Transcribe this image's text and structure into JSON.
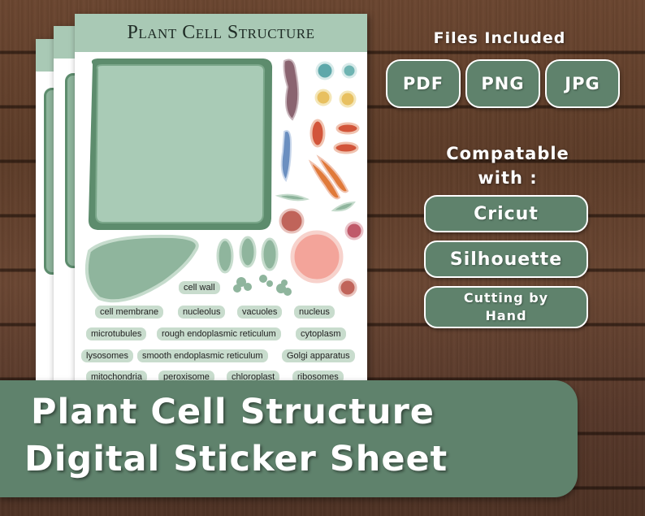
{
  "sheet": {
    "title": "Plant Cell Structure",
    "labels": [
      "cell wall",
      "cell membrane",
      "nucleolus",
      "vacuoles",
      "nucleus",
      "microtubules",
      "rough endoplasmic reticulum",
      "cytoplasm",
      "lysosomes",
      "smooth endoplasmic reticulum",
      "Golgi apparatus",
      "mitochondria",
      "peroxisome",
      "chloroplast",
      "ribosomes"
    ]
  },
  "files": {
    "heading": "Files Included",
    "formats": [
      "PDF",
      "PNG",
      "JPG"
    ]
  },
  "compat": {
    "heading_line1": "Compatable",
    "heading_line2": "with :",
    "options": [
      "Cricut",
      "Silhouette"
    ],
    "hand_line1": "Cutting by",
    "hand_line2": "Hand"
  },
  "banner": {
    "line1": "Plant Cell Structure",
    "line2": "Digital Sticker Sheet"
  },
  "colors": {
    "accent": "#5f826c",
    "sheet_header": "#a9c9b5",
    "label_bg": "#c8dccd"
  }
}
